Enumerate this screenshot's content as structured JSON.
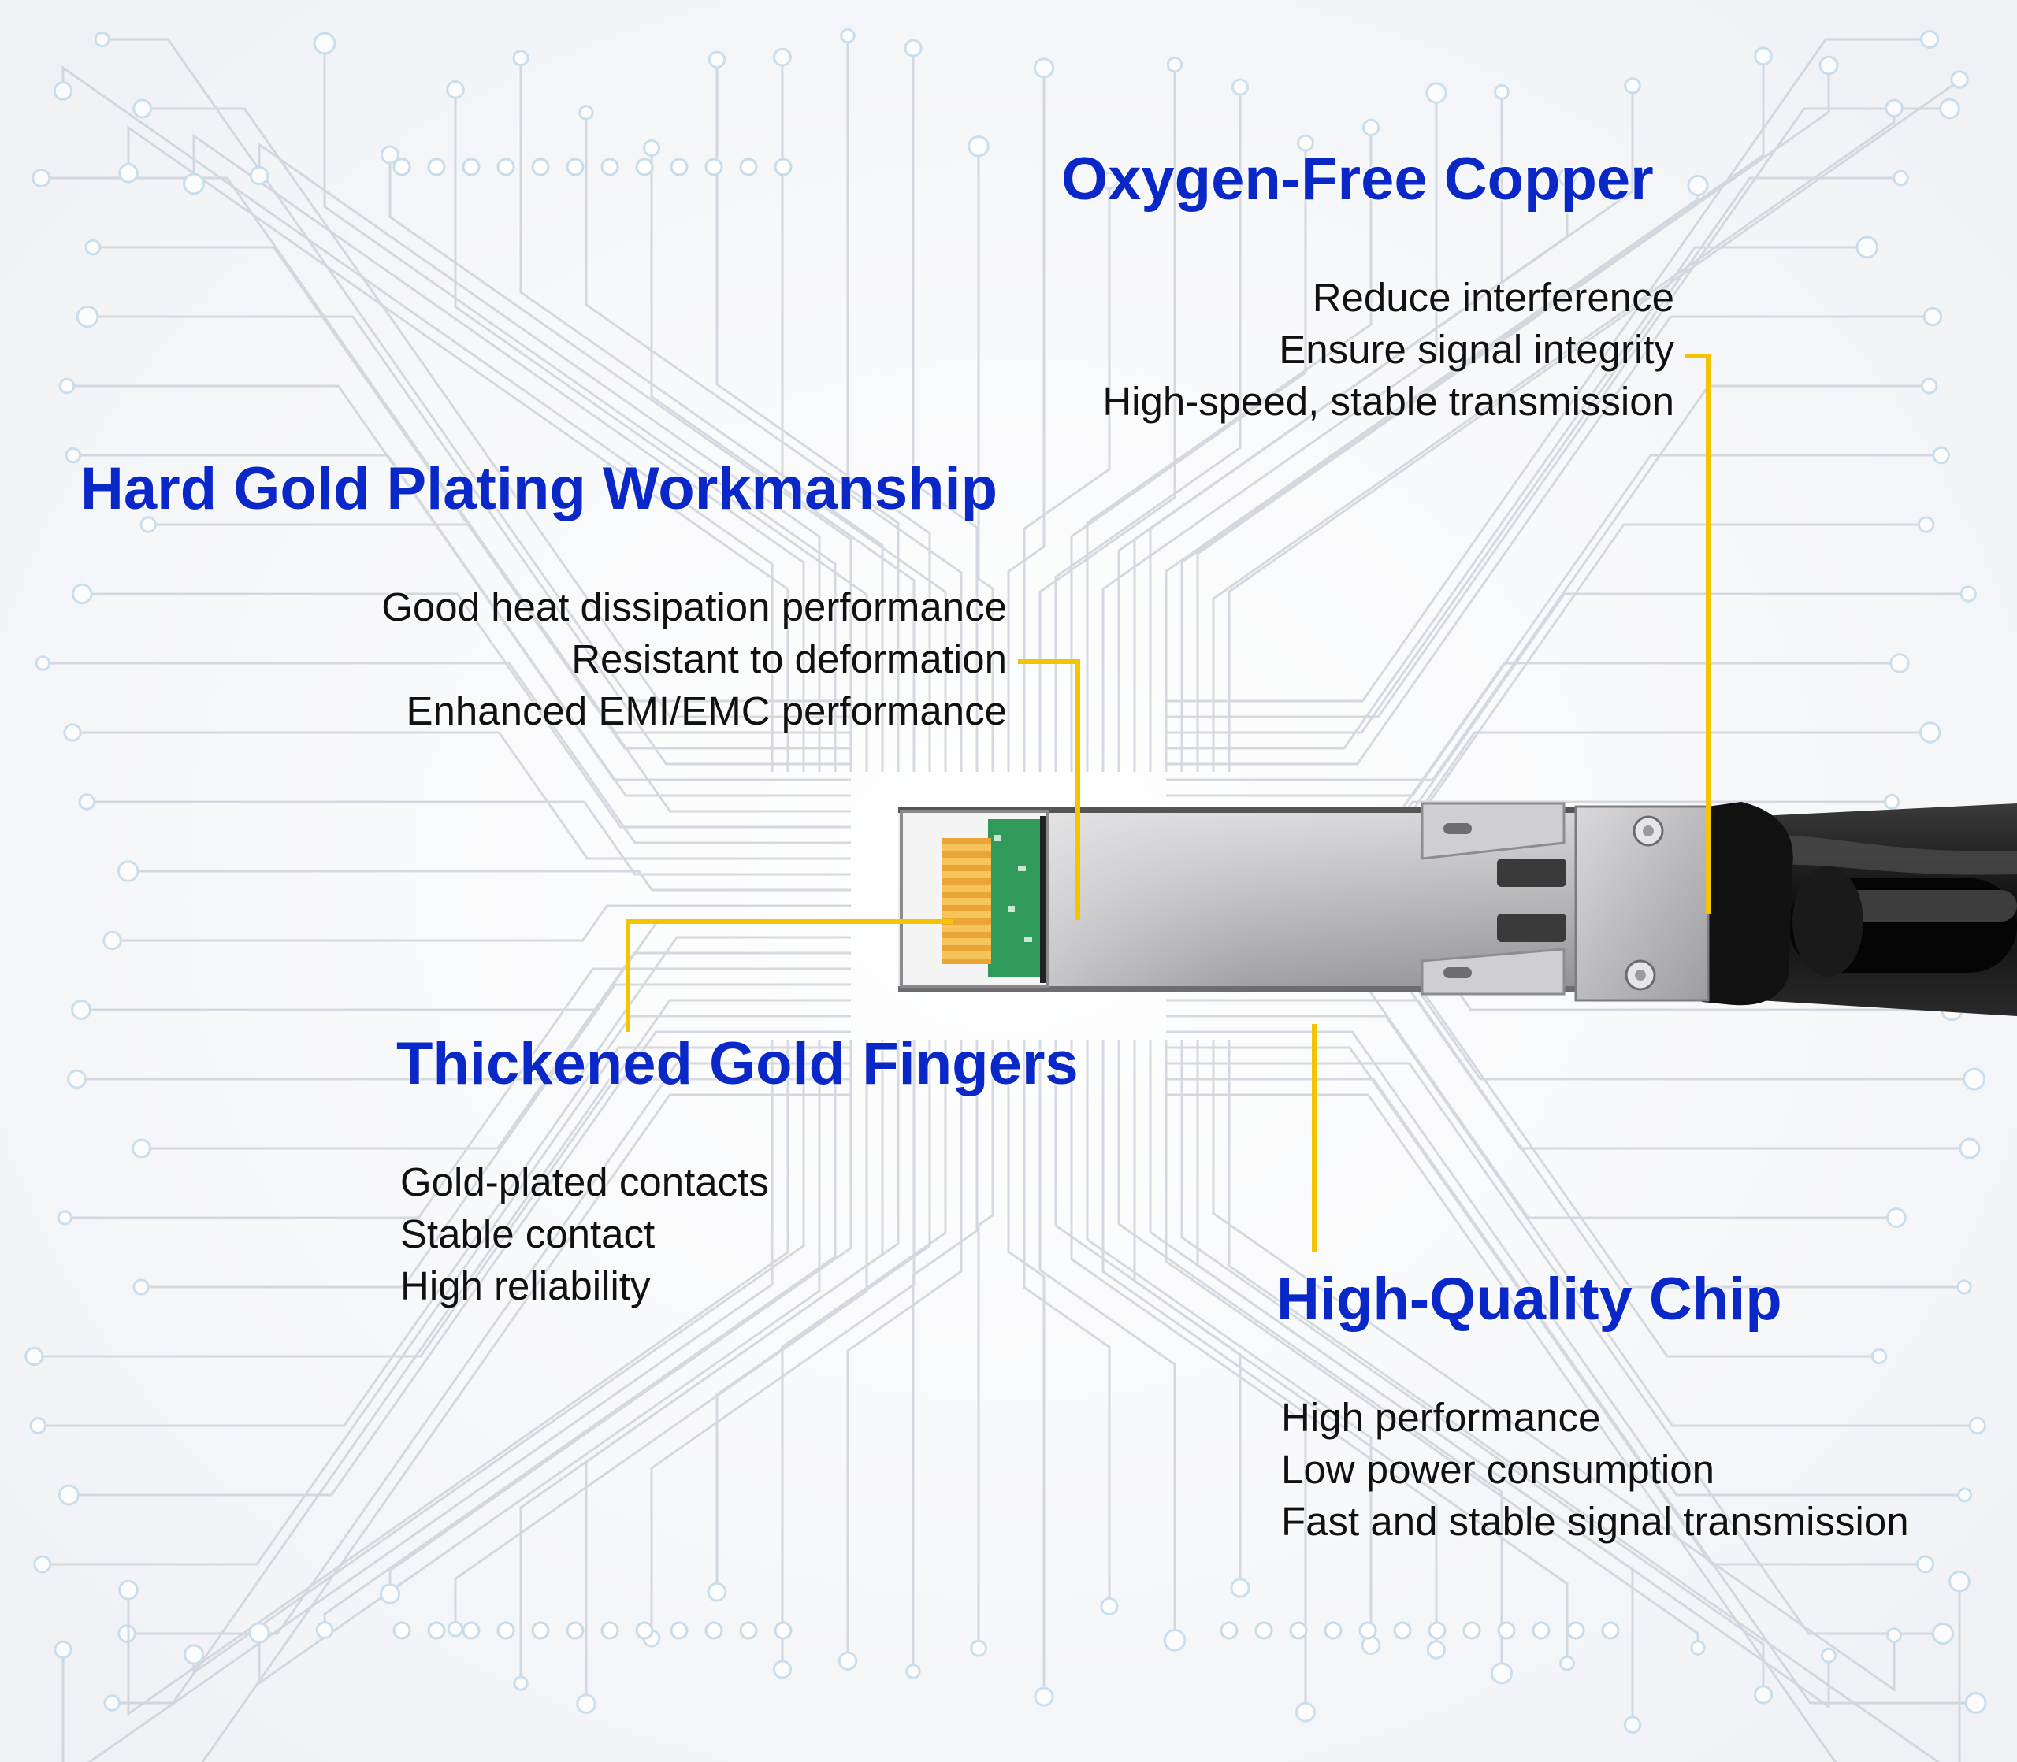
{
  "features": {
    "copper": {
      "title": "Oxygen-Free Copper",
      "lines": [
        "Reduce interference",
        "Ensure signal integrity",
        "High-speed, stable transmission"
      ]
    },
    "plating": {
      "title": "Hard Gold Plating Workmanship",
      "lines": [
        "Good heat dissipation performance",
        "Resistant to deformation",
        "Enhanced EMI/EMC performance"
      ]
    },
    "fingers": {
      "title": "Thickened Gold Fingers",
      "lines": [
        "Gold-plated contacts",
        "Stable contact",
        "High reliability"
      ]
    },
    "chip": {
      "title": "High-Quality Chip",
      "lines": [
        "High performance",
        "Low power consumption",
        "Fast and stable signal transmission"
      ]
    }
  },
  "colors": {
    "heading": "#0a28c8",
    "callout_line": "#f5c400",
    "body_text": "#111111",
    "circuit": "#c9ced6"
  },
  "icons": {
    "product": "sfp-dac-cable-connector",
    "background": "circuit-board-pattern"
  }
}
